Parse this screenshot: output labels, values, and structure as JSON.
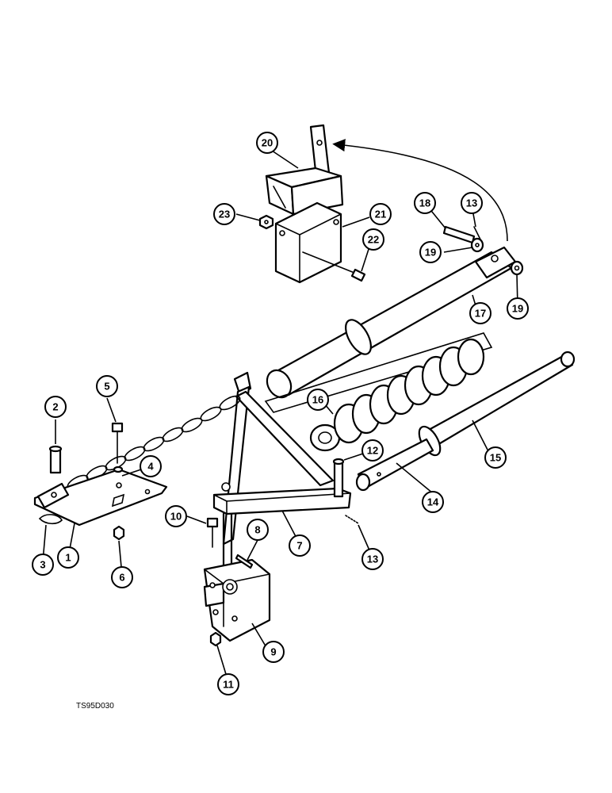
{
  "figure_code": "TS95D030",
  "callouts": [
    "1",
    "2",
    "3",
    "4",
    "5",
    "6",
    "7",
    "8",
    "9",
    "10",
    "11",
    "12",
    "13",
    "13",
    "14",
    "15",
    "16",
    "17",
    "18",
    "19",
    "19",
    "20",
    "21",
    "22",
    "23"
  ]
}
